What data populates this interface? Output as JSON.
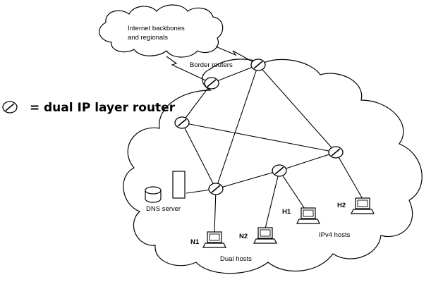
{
  "internet_cloud": {
    "line1": "Internet backbones",
    "line2": "and regionals"
  },
  "legend": {
    "equals": "=",
    "text": "dual IP layer router"
  },
  "labels": {
    "border_routers": "Border routers",
    "dns_server": "DNS server",
    "dual_hosts": "Dual hosts",
    "ipv4_hosts": "IPv4 hosts",
    "n1": "N1",
    "n2": "N2",
    "h1": "H1",
    "h2": "H2"
  },
  "icons": {
    "router": "dual-ip-router-icon",
    "host": "computer-host-icon",
    "dns": "dns-server-icon",
    "cloud": "network-cloud-icon"
  },
  "colors": {
    "stroke": "#000000",
    "fill": "#ffffff"
  }
}
